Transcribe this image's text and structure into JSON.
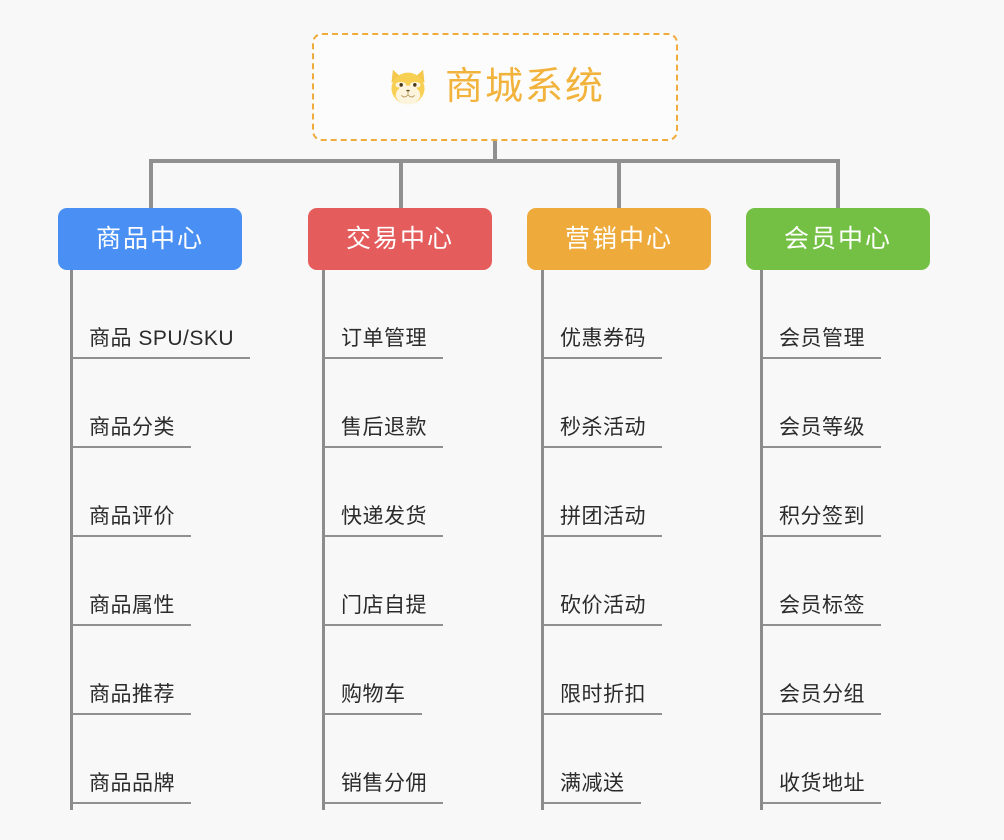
{
  "page": {
    "background_color": "#f8f8f8",
    "connector_color": "#909090"
  },
  "root": {
    "title": "商城系统",
    "icon": "shiba-dog-icon",
    "text_color": "#f2b33d",
    "border_color": "#f0ab3d",
    "border_style": "dashed"
  },
  "branches": [
    {
      "title": "商品中心",
      "color": "#4a90f4",
      "items": [
        "商品 SPU/SKU",
        "商品分类",
        "商品评价",
        "商品属性",
        "商品推荐",
        "商品品牌"
      ]
    },
    {
      "title": "交易中心",
      "color": "#e45c5c",
      "items": [
        "订单管理",
        "售后退款",
        "快递发货",
        "门店自提",
        "购物车",
        "销售分佣"
      ]
    },
    {
      "title": "营销中心",
      "color": "#eeab3c",
      "items": [
        "优惠券码",
        "秒杀活动",
        "拼团活动",
        "砍价活动",
        "限时折扣",
        "满减送"
      ]
    },
    {
      "title": "会员中心",
      "color": "#74c044",
      "items": [
        "会员管理",
        "会员等级",
        "积分签到",
        "会员标签",
        "会员分组",
        "收货地址"
      ]
    }
  ]
}
